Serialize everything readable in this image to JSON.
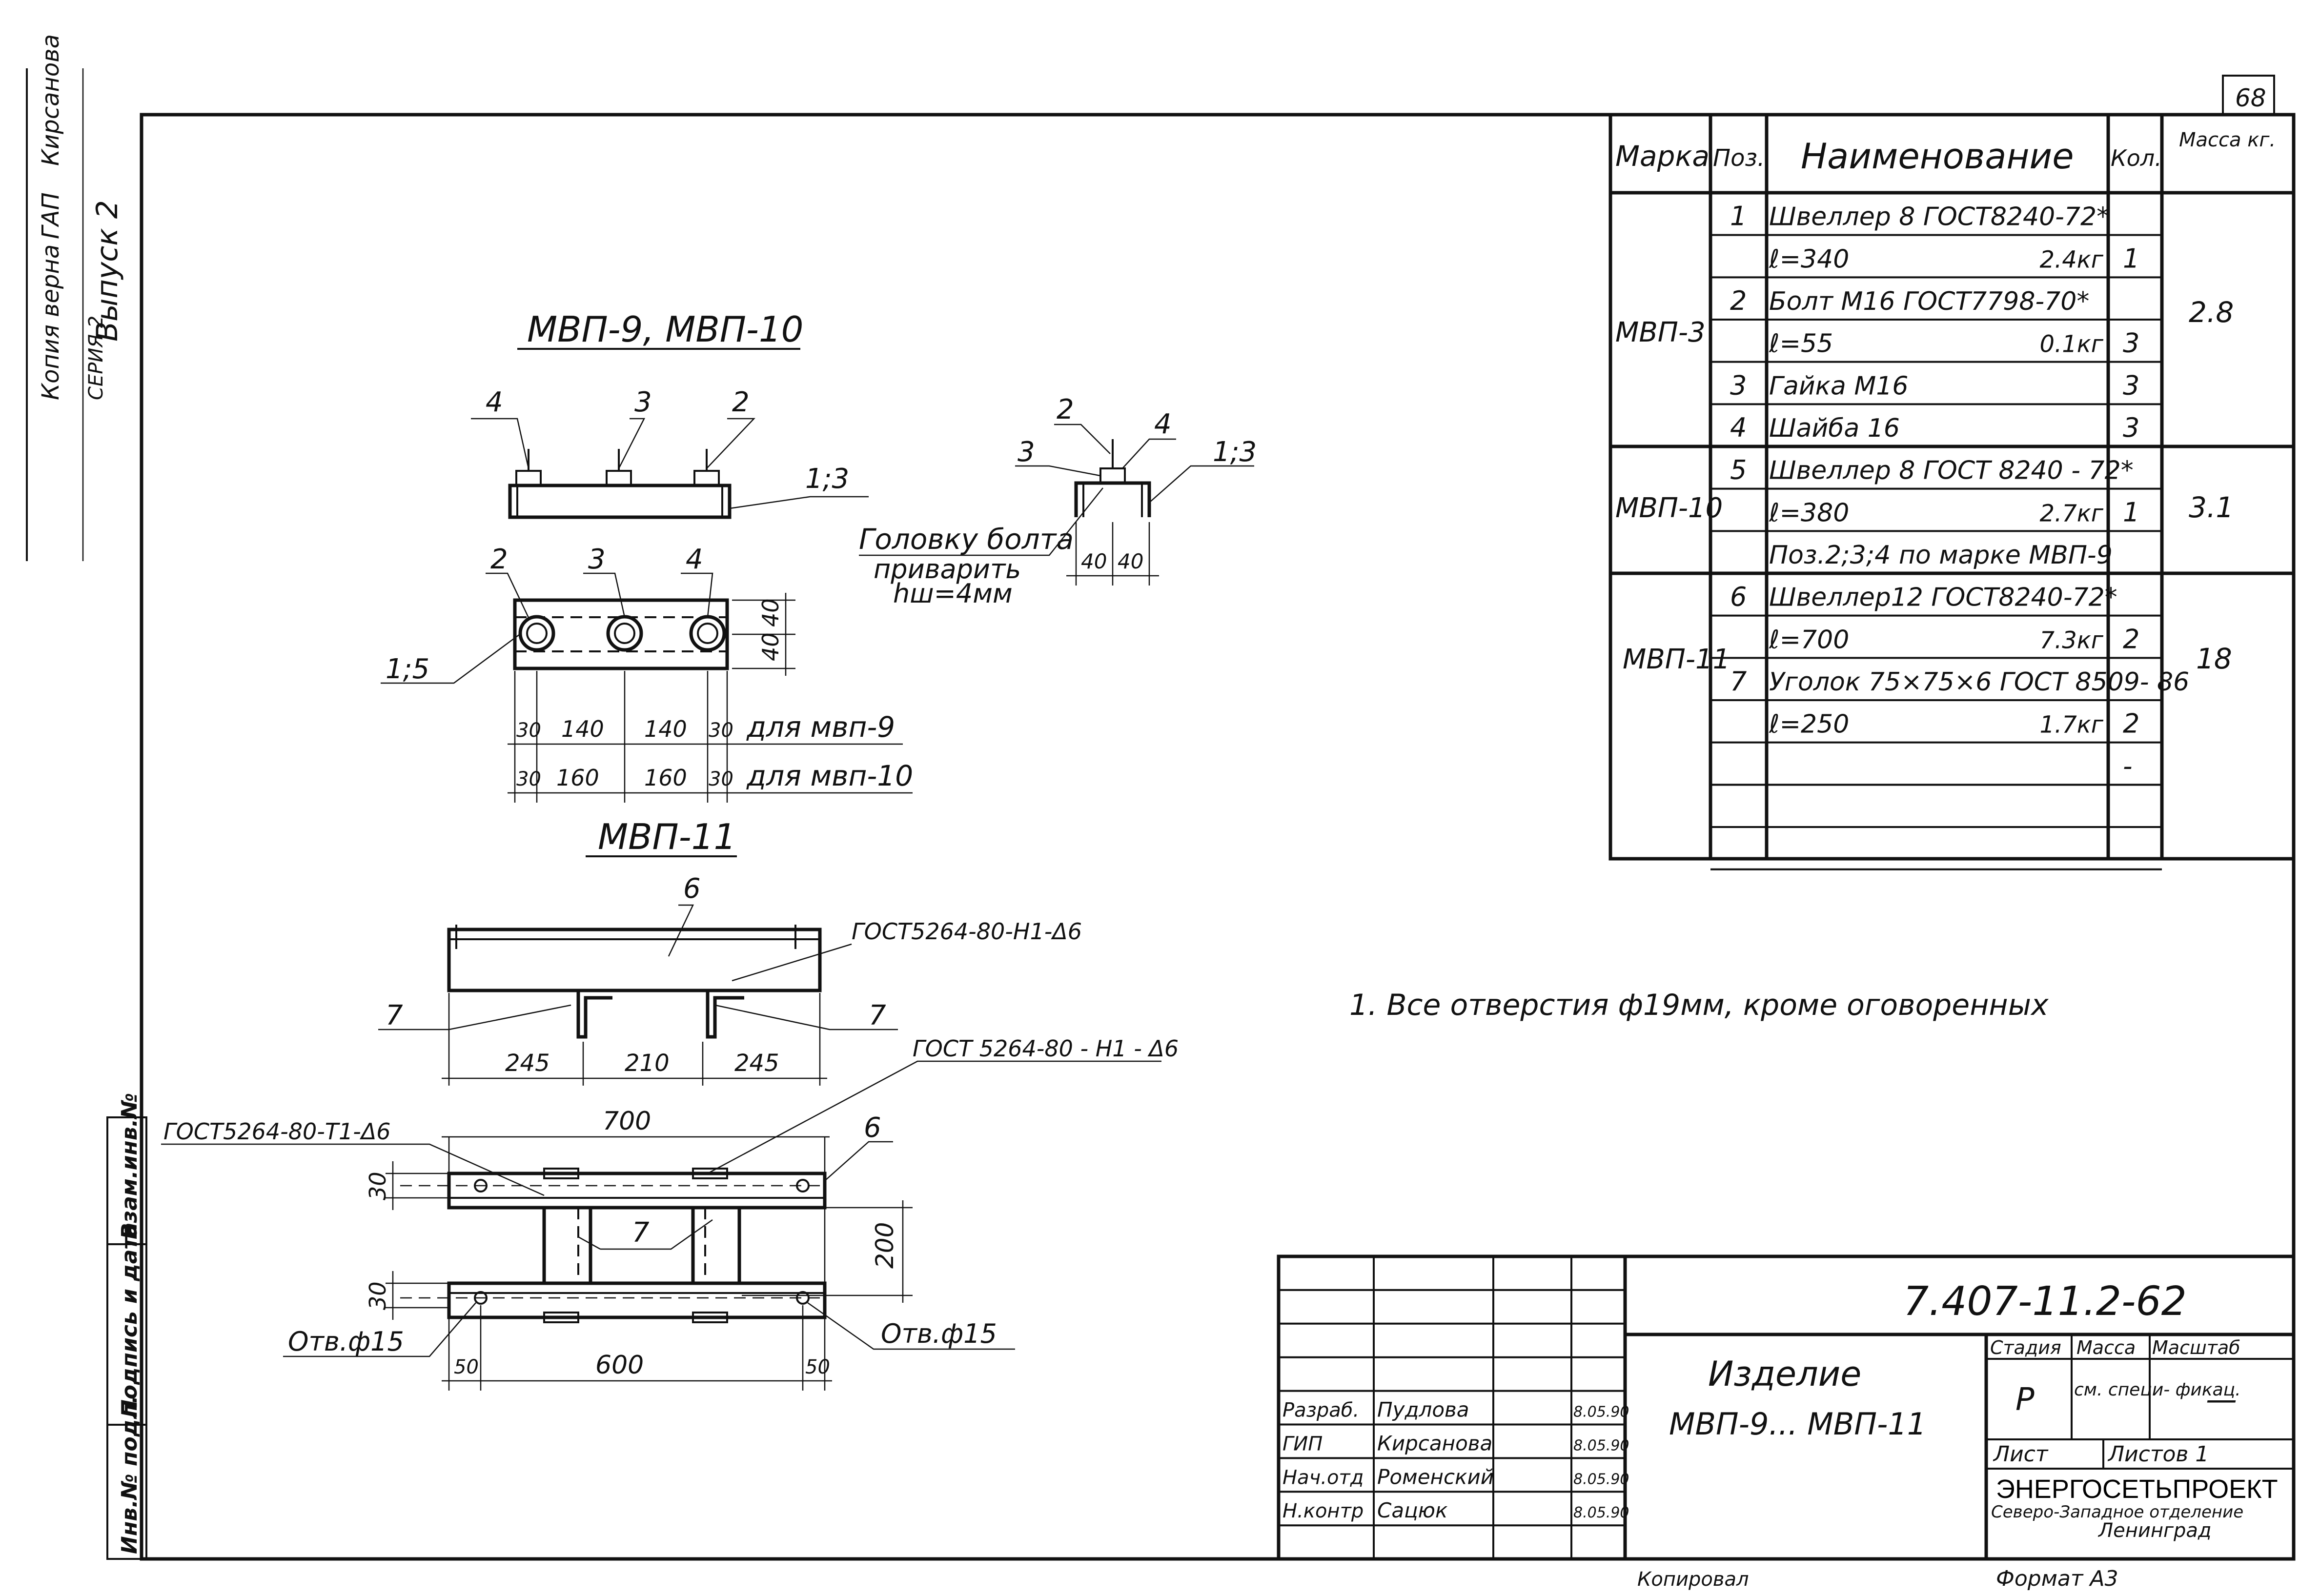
{
  "page_number": "68",
  "side_stamp": {
    "line1": "Копия верна",
    "line2": "ГАП",
    "line3": "Кирсанова",
    "series": "СЕРИЯ 2",
    "issue": "Выпуск 2"
  },
  "binding_stamp": [
    "Взам.инв.№",
    "Подпись и дата",
    "Инв.№ подл."
  ],
  "views": {
    "mvp9_10_title": "МВП-9, МВП-10",
    "mvp11_title": "МВП-11",
    "weld_note_line1": "Головку болта",
    "weld_note_line2": "приварить",
    "weld_note_line3": "hш=4мм",
    "label_for_mvp9": "для мвп-9",
    "label_for_mvp10": "для мвп-10",
    "callout_1_3": "1;3",
    "callout_1_5": "1;5",
    "callout_2": "2",
    "callout_3": "3",
    "callout_4": "4",
    "callout_6": "6",
    "callout_7": "7",
    "weld_gost_1": "ГОСТ5264-80-Н1-Δ6",
    "weld_gost_2": "ГОСТ 5264-80 - Н1 - Δ6",
    "weld_gost_3": "ГОСТ5264-80-Т1-Δ6",
    "hole_label": "Отв.ф15",
    "dims_9": [
      "30",
      "140",
      "140",
      "30"
    ],
    "dims_10": [
      "30",
      "160",
      "160",
      "30"
    ],
    "dim_40a": "40",
    "dim_40b": "40",
    "dims_side": [
      "40",
      "40"
    ],
    "dims_11_top": [
      "245",
      "210",
      "245"
    ],
    "dim_700": "700",
    "dim_600": "600",
    "dim_50a": "50",
    "dim_50b": "50",
    "dim_30a": "30",
    "dim_30b": "30",
    "dim_200": "200"
  },
  "note": "1. Все отверстия ф19мм, кроме оговоренных",
  "spec_table": {
    "headers": [
      "Марка",
      "Поз.",
      "Наименование",
      "Кол.",
      "Масса кг."
    ],
    "groups": [
      {
        "mark": "МВП-3",
        "mass": "2.8",
        "rows": [
          {
            "pos": "1",
            "name": "Швеллер 8 ГОСТ8240-72*",
            "mass_unit": "",
            "qty": ""
          },
          {
            "pos": "",
            "name": "ℓ=340",
            "mass_unit": "2.4кг",
            "qty": "1"
          },
          {
            "pos": "2",
            "name": "Болт М16 ГОСТ7798-70*",
            "mass_unit": "",
            "qty": ""
          },
          {
            "pos": "",
            "name": "ℓ=55",
            "mass_unit": "0.1кг",
            "qty": "3"
          },
          {
            "pos": "3",
            "name": "Гайка М16",
            "mass_unit": "",
            "qty": "3"
          },
          {
            "pos": "4",
            "name": "Шайба 16",
            "mass_unit": "",
            "qty": "3"
          }
        ]
      },
      {
        "mark": "МВП-10",
        "mass": "3.1",
        "rows": [
          {
            "pos": "5",
            "name": "Швеллер 8 ГОСТ 8240 - 72*",
            "mass_unit": "",
            "qty": ""
          },
          {
            "pos": "",
            "name": "ℓ=380",
            "mass_unit": "2.7кг",
            "qty": "1"
          },
          {
            "pos": "",
            "name": "Поз.2;3;4 по марке МВП-9",
            "mass_unit": "",
            "qty": ""
          }
        ]
      },
      {
        "mark": "МВП-11",
        "mass": "18",
        "rows": [
          {
            "pos": "6",
            "name": "Швеллер12 ГОСТ8240-72*",
            "mass_unit": "",
            "qty": ""
          },
          {
            "pos": "",
            "name": "ℓ=700",
            "mass_unit": "7.3кг",
            "qty": "2"
          },
          {
            "pos": "7",
            "name": "Уголок 75×75×6 ГОСТ 8509- 86",
            "mass_unit": "",
            "qty": ""
          },
          {
            "pos": "",
            "name": "ℓ=250",
            "mass_unit": "1.7кг",
            "qty": "2"
          },
          {
            "pos": "",
            "name": "",
            "mass_unit": "",
            "qty": "-"
          }
        ]
      }
    ]
  },
  "title_block": {
    "doc_number": "7.407-11.2-62",
    "item_label": "Изделие",
    "item_name": "МВП-9... МВП-11",
    "stage_header": "Стадия",
    "mass_header": "Масса",
    "scale_header": "Масштаб",
    "stage": "Р",
    "mass": "см. специ- фикац.",
    "scale": "—",
    "sheet_label": "Лист",
    "sheets_label": "Листов 1",
    "org_name": "ЭНЕРГОСЕТЬПРОЕКТ",
    "org_sub1": "Северо-Западное отделение",
    "org_sub2": "Ленинград",
    "copied_label": "Копировал",
    "format_label": "Формат А3",
    "signatures": [
      {
        "role": "Разраб.",
        "name": "Пудлова",
        "date": "8.05.90"
      },
      {
        "role": "ГИП",
        "name": "Кирсанова",
        "date": "8.05.90"
      },
      {
        "role": "Нач.отд",
        "name": "Роменский",
        "date": "8.05.90"
      },
      {
        "role": "Н.контр",
        "name": "Сацюк",
        "date": "8.05.90"
      }
    ]
  }
}
